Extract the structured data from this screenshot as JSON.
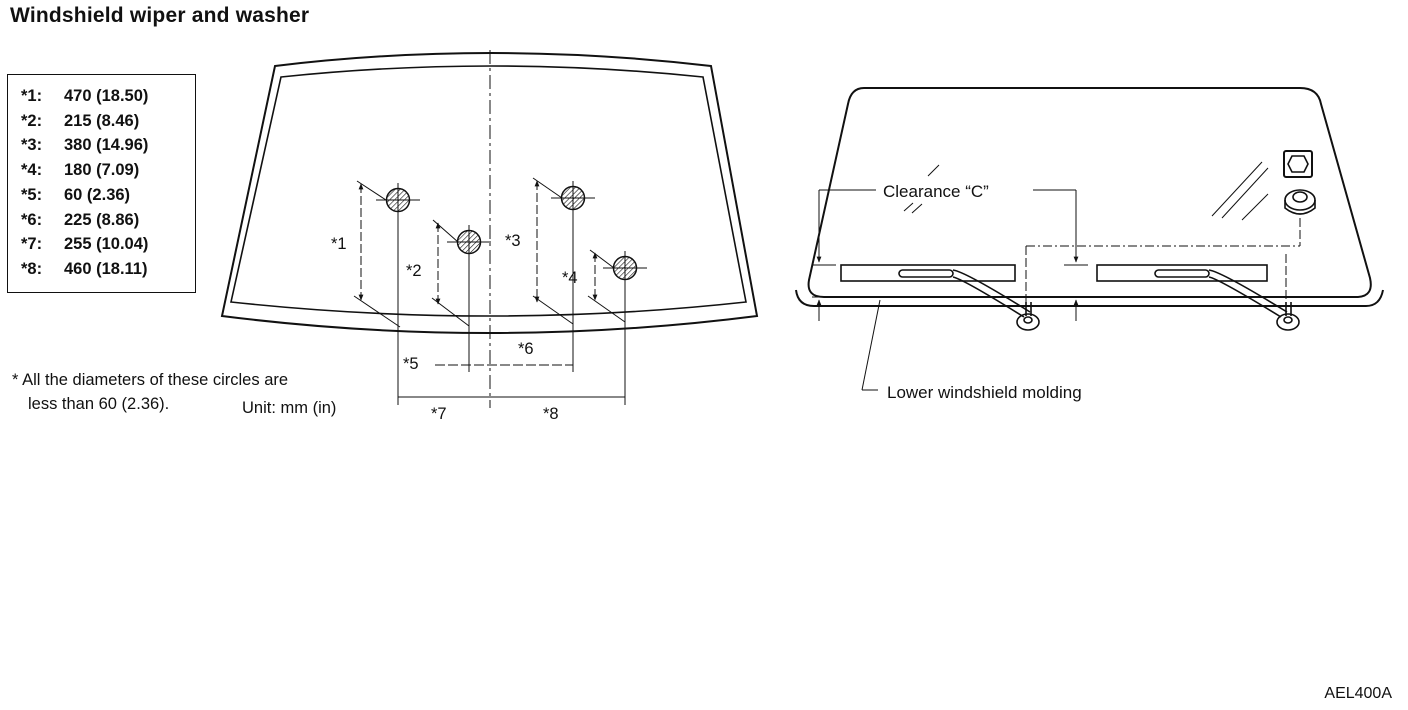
{
  "title": "Windshield wiper and washer",
  "legend": [
    {
      "key": "*1:",
      "value": "470 (18.50)"
    },
    {
      "key": "*2:",
      "value": "215 (8.46)"
    },
    {
      "key": "*3:",
      "value": "380 (14.96)"
    },
    {
      "key": "*4:",
      "value": "180 (7.09)"
    },
    {
      "key": "*5:",
      "value": "60 (2.36)"
    },
    {
      "key": "*6:",
      "value": "225 (8.86)"
    },
    {
      "key": "*7:",
      "value": "255 (10.04)"
    },
    {
      "key": "*8:",
      "value": "460 (18.11)"
    }
  ],
  "note": {
    "line1": "* All the diameters of these circles are",
    "line2": "less than 60 (2.36)."
  },
  "unit_label": "Unit:  mm (in)",
  "dimension_labels": {
    "d1": "*1",
    "d2": "*2",
    "d3": "*3",
    "d4": "*4",
    "d5": "*5",
    "d6": "*6",
    "d7": "*7",
    "d8": "*8"
  },
  "side_view": {
    "clearance_label": "Clearance “C”",
    "molding_label": "Lower windshield molding"
  },
  "figure_id": "AEL400A"
}
